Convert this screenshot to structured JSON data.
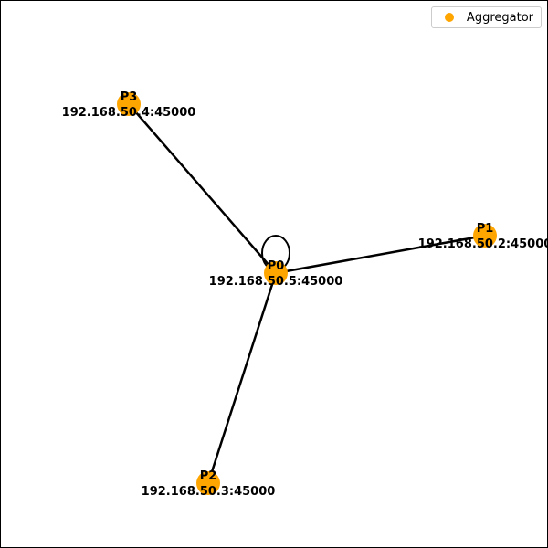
{
  "legend": {
    "label": "Aggregator",
    "marker_color": "#FFA500"
  },
  "colors": {
    "node": "#FFA500",
    "edge": "#000000",
    "text": "#000000"
  },
  "nodes": [
    {
      "id": "P0",
      "address": "192.168.50.5:45000",
      "role": "aggregator"
    },
    {
      "id": "P1",
      "address": "192.168.50.2:45000",
      "role": "aggregator"
    },
    {
      "id": "P2",
      "address": "192.168.50.3:45000",
      "role": "aggregator"
    },
    {
      "id": "P3",
      "address": "192.168.50.4:45000",
      "role": "aggregator"
    }
  ],
  "edges": [
    {
      "source": "P0",
      "target": "P0"
    },
    {
      "source": "P0",
      "target": "P1"
    },
    {
      "source": "P0",
      "target": "P2"
    },
    {
      "source": "P0",
      "target": "P3"
    }
  ]
}
